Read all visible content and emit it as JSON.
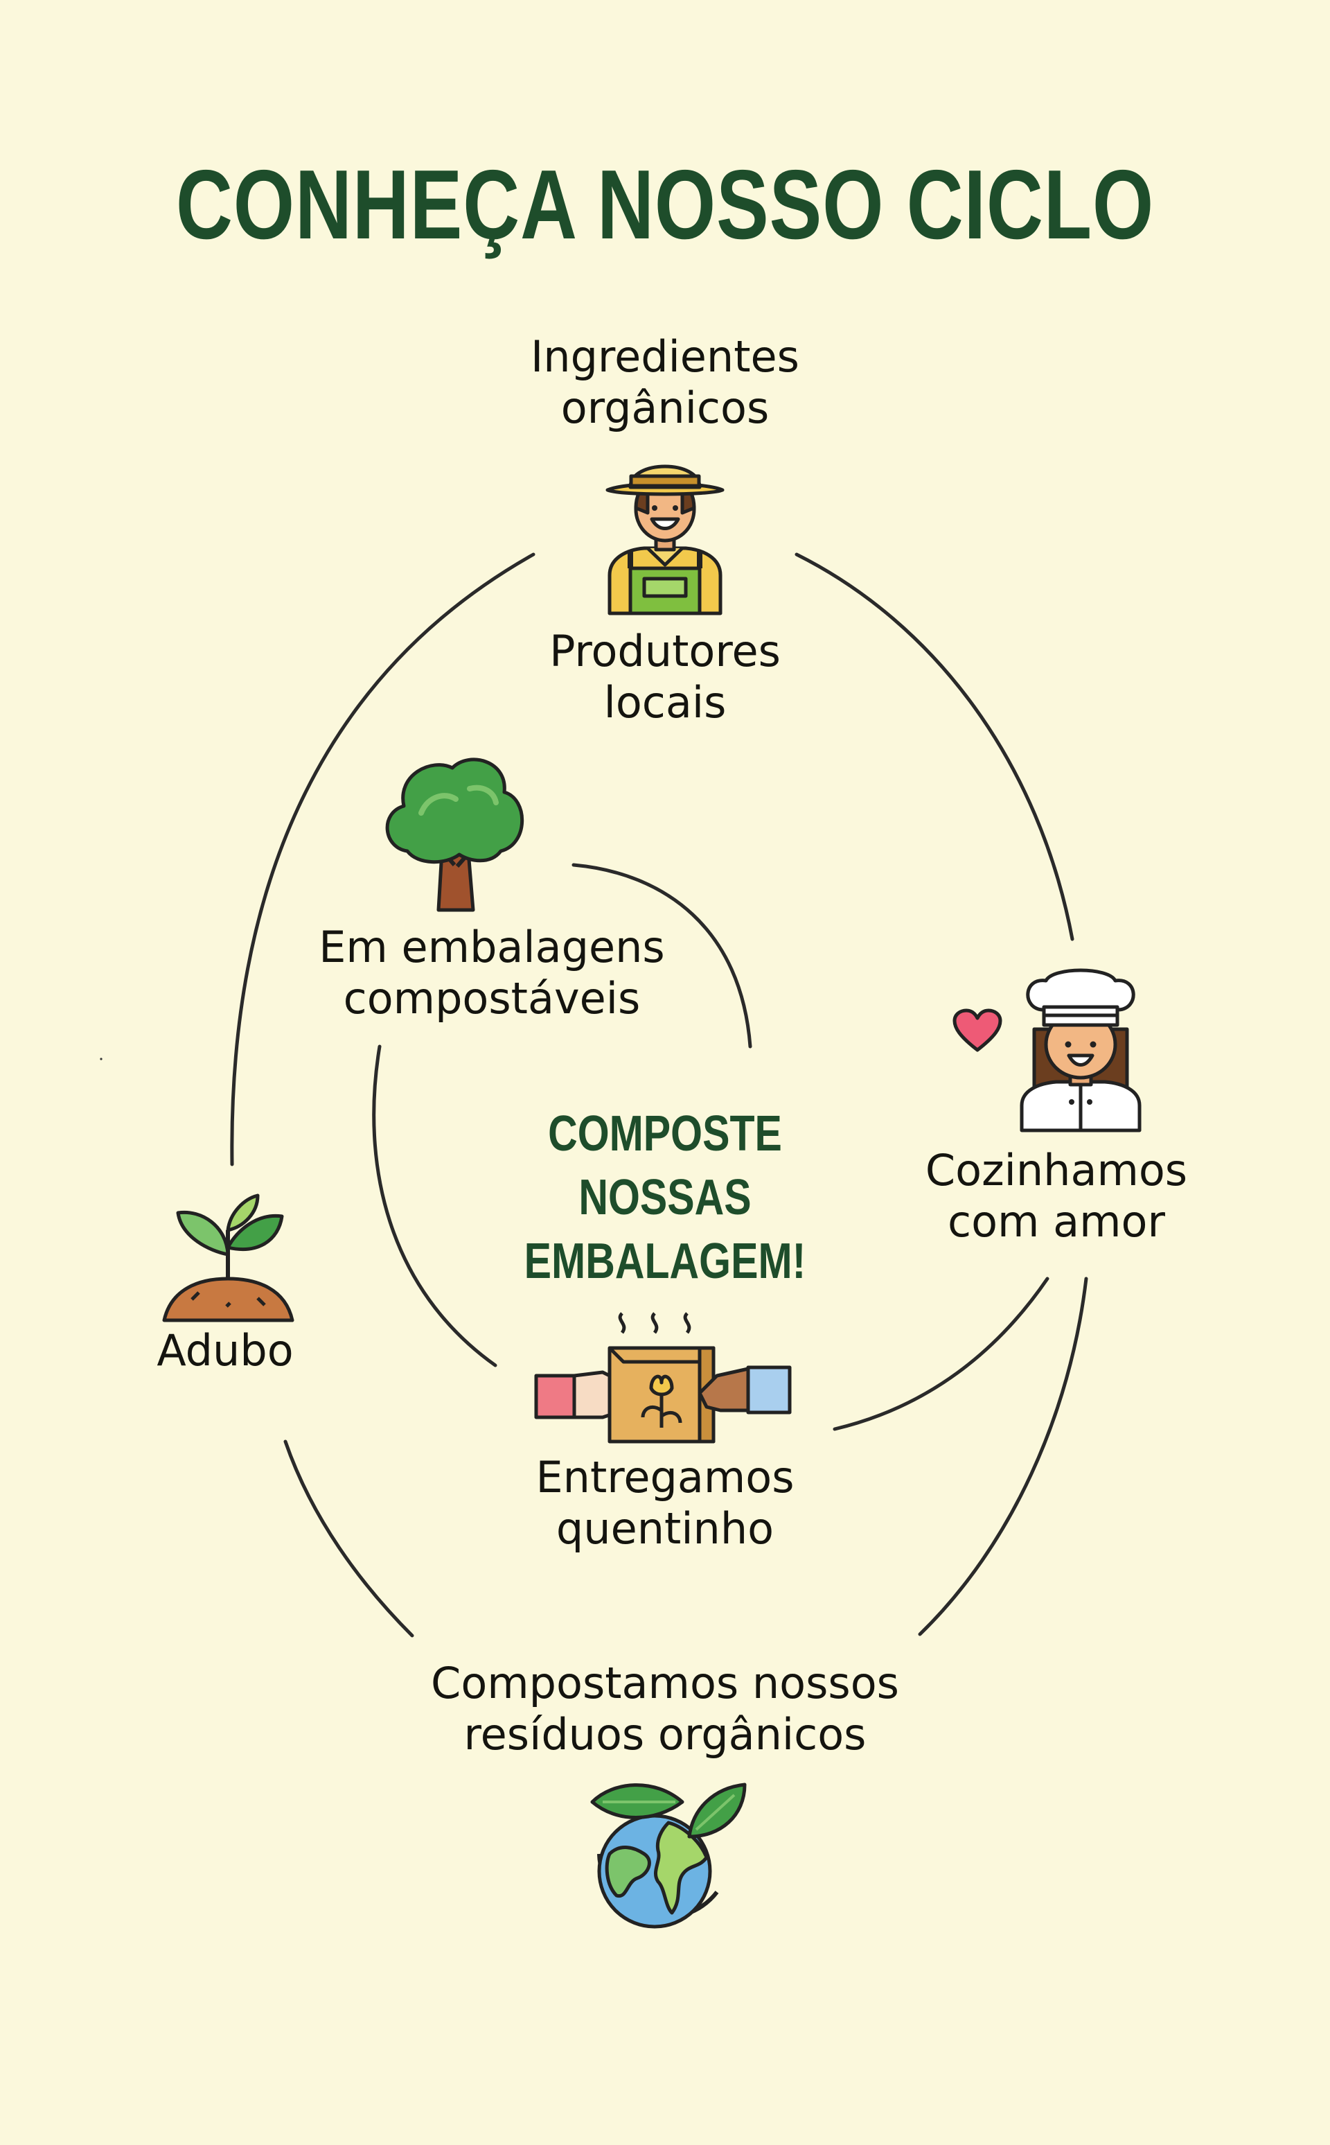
{
  "title": "CONHEÇA NOSSO CICLO",
  "center_message": {
    "line1": "COMPOSTE NOSSAS",
    "line2": "EMBALAGEM!"
  },
  "steps": {
    "ingredients": {
      "line1": "Ingredientes",
      "line2": "orgânicos",
      "icon": "farmer-icon"
    },
    "producers": {
      "line1": "Produtores",
      "line2": "locais"
    },
    "cooking": {
      "line1": "Cozinhamos",
      "line2": "com amor",
      "icon": "chef-icon"
    },
    "delivery": {
      "line1": "Entregamos",
      "line2": "quentinho",
      "icon": "delivery-bag-icon"
    },
    "compost": {
      "line1": "Compostamos nossos",
      "line2": "resíduos orgânicos",
      "icon": "earth-leaves-icon"
    },
    "fertilizer": {
      "line1": "Adubo",
      "icon": "sprout-icon"
    },
    "packaging": {
      "line1": "Em embalagens",
      "line2": "compostáveis",
      "icon": "tree-icon"
    }
  },
  "colors": {
    "background": "#fbf8dc",
    "title": "#1e4d2b",
    "line": "#2a2a2a"
  }
}
